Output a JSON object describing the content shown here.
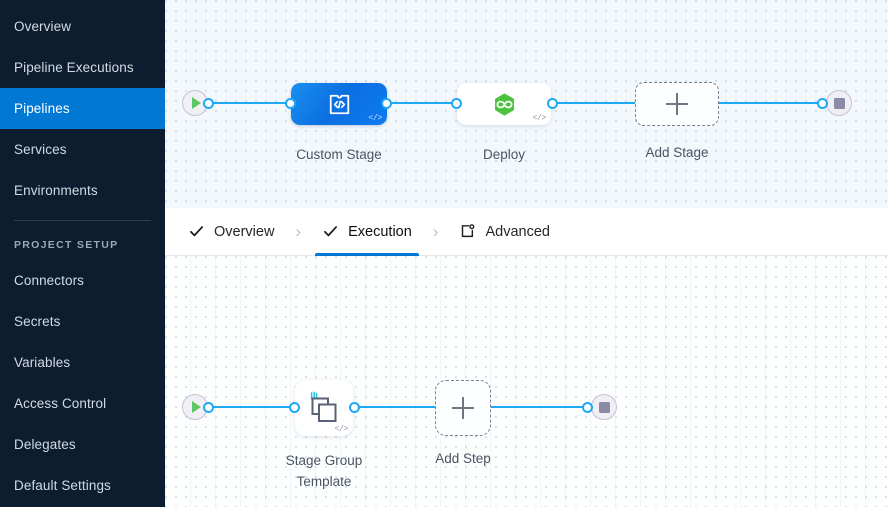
{
  "sidebar": {
    "items": [
      {
        "label": "Overview",
        "active": false
      },
      {
        "label": "Pipeline Executions",
        "active": false
      },
      {
        "label": "Pipelines",
        "active": true
      },
      {
        "label": "Services",
        "active": false
      },
      {
        "label": "Environments",
        "active": false
      }
    ],
    "section_label": "PROJECT SETUP",
    "setup_items": [
      {
        "label": "Connectors"
      },
      {
        "label": "Secrets"
      },
      {
        "label": "Variables"
      },
      {
        "label": "Access Control"
      },
      {
        "label": "Delegates"
      },
      {
        "label": "Default Settings"
      }
    ],
    "active_color": "#0278d5",
    "background_color": "#0b1d2e"
  },
  "tabs": {
    "items": [
      {
        "label": "Overview",
        "icon": "check-icon",
        "selected": false
      },
      {
        "label": "Execution",
        "icon": "check-icon",
        "selected": true
      },
      {
        "label": "Advanced",
        "icon": "advanced-settings-icon",
        "selected": false
      }
    ],
    "separator": "›",
    "selected_underline_color": "#0278d5"
  },
  "pipeline_graph": {
    "start_node": {
      "name": "pipeline-start",
      "icon": "play-icon"
    },
    "end_node": {
      "name": "pipeline-end",
      "icon": "stop-icon"
    },
    "stages": [
      {
        "label": "Custom Stage",
        "icon": "custom-stage-icon",
        "badge": "</>",
        "type": "custom",
        "selected": true
      },
      {
        "label": "Deploy",
        "icon": "deploy-hexagon-icon",
        "badge": "</>",
        "type": "deploy",
        "selected": false
      },
      {
        "label": "Add Stage",
        "icon": "plus-icon",
        "type": "add",
        "selected": false
      }
    ],
    "edge_color": "#1fa9f5"
  },
  "execution_graph": {
    "start_node": {
      "name": "execution-start",
      "icon": "play-icon"
    },
    "end_node": {
      "name": "execution-end",
      "icon": "stop-icon"
    },
    "steps": [
      {
        "label": "Stage Group Template",
        "icon": "template-copies-icon",
        "badge": "</>",
        "type": "template"
      },
      {
        "label": "Add Step",
        "icon": "plus-icon",
        "type": "add"
      }
    ],
    "edge_color": "#1fa9f5"
  }
}
